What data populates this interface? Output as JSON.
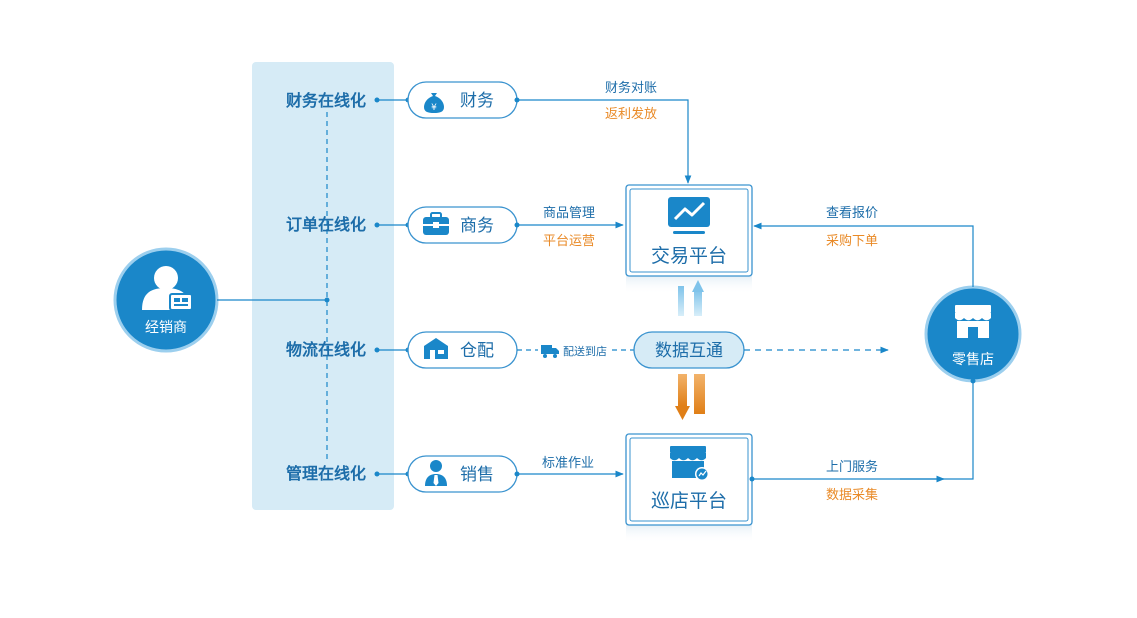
{
  "colors": {
    "blue": "#1a87c9",
    "dark_blue": "#0f74b8",
    "orange": "#e98a27",
    "panel": "#d6ebf6",
    "pill_border": "#3a93cf",
    "text_blue": "#1d6da9"
  },
  "distributor": {
    "label": "经销商",
    "icon": "user-with-goods-icon"
  },
  "online_items": [
    {
      "label": "财务在线化"
    },
    {
      "label": "订单在线化"
    },
    {
      "label": "物流在线化"
    },
    {
      "label": "管理在线化"
    }
  ],
  "departments": [
    {
      "label": "财务",
      "icon": "money-bag-icon"
    },
    {
      "label": "商务",
      "icon": "briefcase-icon"
    },
    {
      "label": "仓配",
      "icon": "warehouse-icon"
    },
    {
      "label": "销售",
      "icon": "salesperson-icon"
    }
  ],
  "flows": {
    "finance_line1": "财务对账",
    "finance_line2": "返利发放",
    "business_line1": "商品管理",
    "business_line2": "平台运营",
    "delivery": "配送到店",
    "delivery_icon": "truck-icon",
    "sales_line1": "标准作业",
    "retail_top_line1": "查看报价",
    "retail_top_line2": "采购下单",
    "retail_bottom_line1": "上门服务",
    "retail_bottom_line2": "数据采集"
  },
  "platforms": {
    "trade": {
      "label": "交易平台",
      "icon": "trend-monitor-icon"
    },
    "data_exchange": {
      "label": "数据互通"
    },
    "patrol": {
      "label": "巡店平台",
      "icon": "storefront-chart-icon"
    }
  },
  "retail": {
    "label": "零售店",
    "icon": "storefront-icon"
  }
}
